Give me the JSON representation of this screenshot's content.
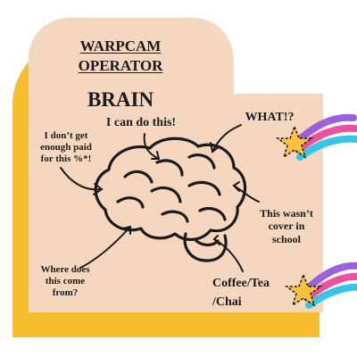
{
  "title": {
    "line1": "WARPCAM",
    "line2": "OPERATOR",
    "heading": "BRAIN"
  },
  "thoughts": {
    "confident": "I can do this!",
    "pay_line1": "I don’t get",
    "pay_line2": "enough paid",
    "pay_line3": "for this %*!",
    "surprise": "WHAT!?",
    "school_line1": "This wasn’t",
    "school_line2": "cover in",
    "school_line3": "school",
    "source_line1": "Where does",
    "source_line2": "this come",
    "source_line3": "from?",
    "drink_line1": "Coffee/Tea",
    "drink_line2": "/Chai"
  },
  "colors": {
    "background": "#ffffff",
    "panel": "#f4d7be",
    "shadow": "#f6be2e",
    "ink": "#1b1b1b",
    "star": "#f6c33b",
    "trail_purple": "#9b5fe0",
    "trail_pink": "#ee4fa0",
    "trail_cyan": "#35c6e6"
  },
  "icons": [
    "brain-icon",
    "shooting-star-icon",
    "arrow-icon"
  ]
}
